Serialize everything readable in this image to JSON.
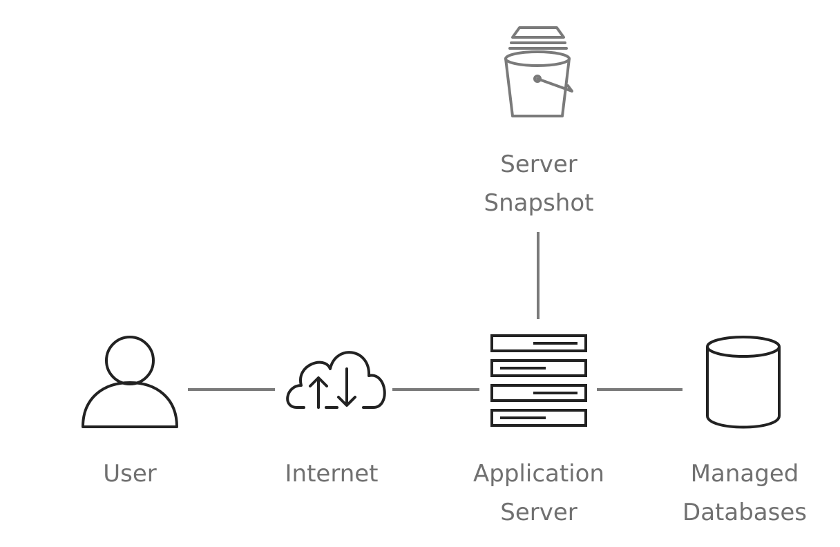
{
  "diagram": {
    "nodes": {
      "user": {
        "label": "User",
        "icon": "user-icon"
      },
      "internet": {
        "label": "Internet",
        "icon": "cloud-upload-download-icon"
      },
      "app_server": {
        "label_line1": "Application",
        "label_line2": "Server",
        "icon": "server-stack-icon"
      },
      "databases": {
        "label_line1": "Managed",
        "label_line2": "Databases",
        "icon": "database-cylinder-icon"
      },
      "snapshot": {
        "label_line1": "Server",
        "label_line2": "Snapshot",
        "icon": "storage-bucket-icon"
      }
    },
    "colors": {
      "icon_stroke": "#222222",
      "snapshot_icon_stroke": "#7a7a7a",
      "connector": "#7a7a7a",
      "label": "#707070"
    }
  }
}
